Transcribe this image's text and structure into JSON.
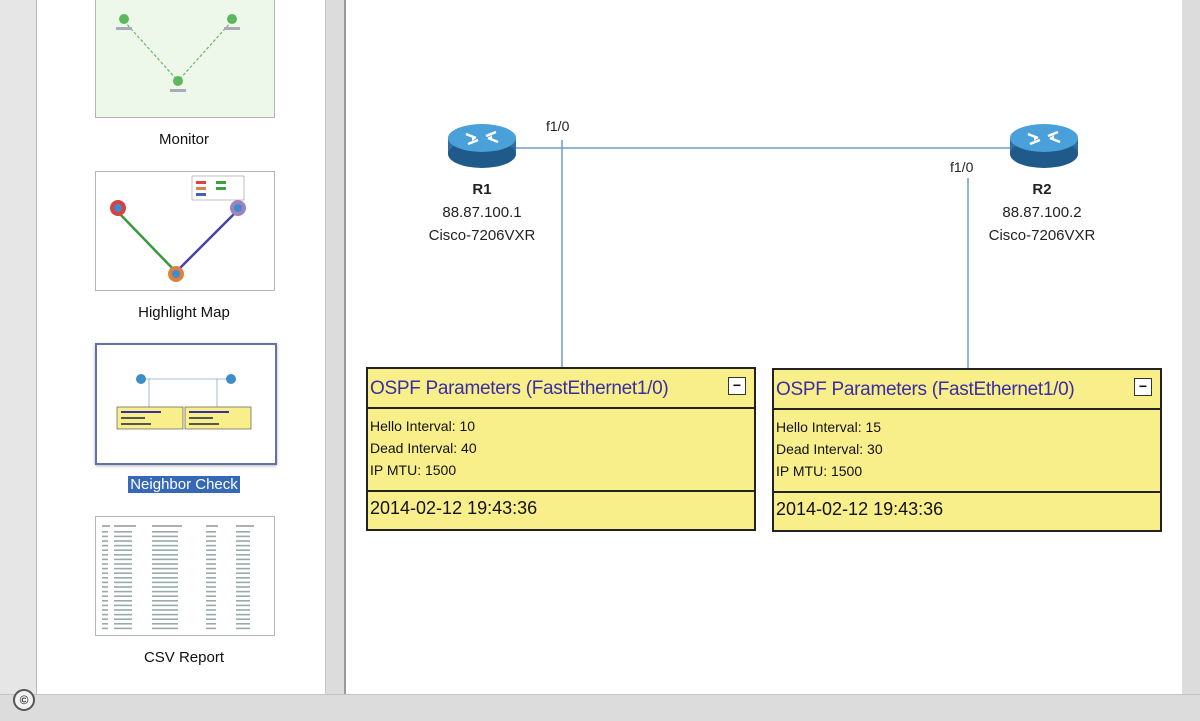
{
  "sidebar": {
    "items": [
      {
        "label": "Monitor"
      },
      {
        "label": "Highlight Map"
      },
      {
        "label": "Neighbor Check"
      },
      {
        "label": "CSV Report"
      }
    ]
  },
  "topology": {
    "routers": [
      {
        "name": "R1",
        "ip": "88.87.100.1",
        "model": "Cisco-7206VXR",
        "interface": "f1/0"
      },
      {
        "name": "R2",
        "ip": "88.87.100.2",
        "model": "Cisco-7206VXR",
        "interface": "f1/0"
      }
    ]
  },
  "ospf_panels": [
    {
      "title": "OSPF Parameters (FastEthernet1/0)",
      "hello": "Hello Interval: 10",
      "dead": "Dead Interval: 40",
      "mtu": "IP MTU: 1500",
      "timestamp": "2014-02-12 19:43:36",
      "collapse": "−"
    },
    {
      "title": "OSPF Parameters (FastEthernet1/0)",
      "hello": "Hello Interval: 15",
      "dead": "Dead Interval: 30",
      "mtu": "IP MTU: 1500",
      "timestamp": "2014-02-12 19:43:36",
      "collapse": "−"
    }
  ],
  "footer": {
    "copyright": "©"
  },
  "colors": {
    "router": "#3d8dc8",
    "panel": "#f8ee8a",
    "panel_title": "#3a2ea3",
    "selection": "#3668b8",
    "link": "#6a9dc8"
  }
}
